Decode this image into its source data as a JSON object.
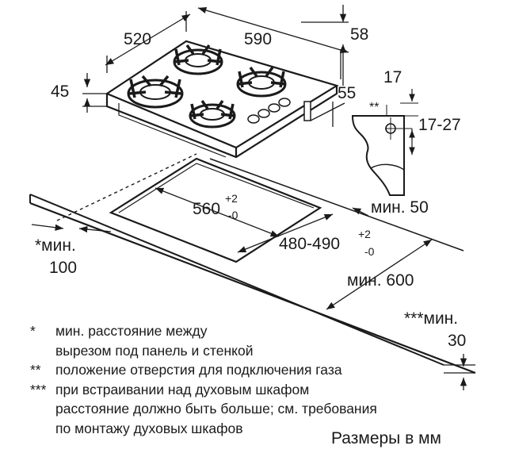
{
  "dimensions": {
    "width": "520",
    "length": "590",
    "depth_right": "58",
    "height": "45",
    "right_offset": "55",
    "bracket_top": "17",
    "bracket_range": "17-27",
    "bracket_mark": "**",
    "cutout_length": "560",
    "cutout_length_tol_upper": "+2",
    "cutout_length_tol_lower": "-0",
    "cutout_width": "480-490",
    "cutout_width_tol_upper": "+2",
    "cutout_width_tol_lower": "-0",
    "min_50": "мин. 50",
    "min_100_label": "*мин.",
    "min_100_value": "100",
    "min_600": "мин. 600",
    "min_30_label": "***мин.",
    "min_30_value": "30"
  },
  "notes": [
    {
      "mark": "*",
      "lines": [
        "мин. расстояние между",
        "вырезом под панель и стенкой"
      ]
    },
    {
      "mark": "**",
      "lines": [
        "положение отверстия для подключения газа"
      ]
    },
    {
      "mark": "***",
      "lines": [
        "при встраивании над духовым шкафом",
        "расстояние должно быть больше; см. требования",
        "по монтажу духовых шкафов"
      ]
    }
  ],
  "units_label": "Размеры в мм",
  "colors": {
    "line": "#1a1a1a",
    "background": "#ffffff"
  }
}
